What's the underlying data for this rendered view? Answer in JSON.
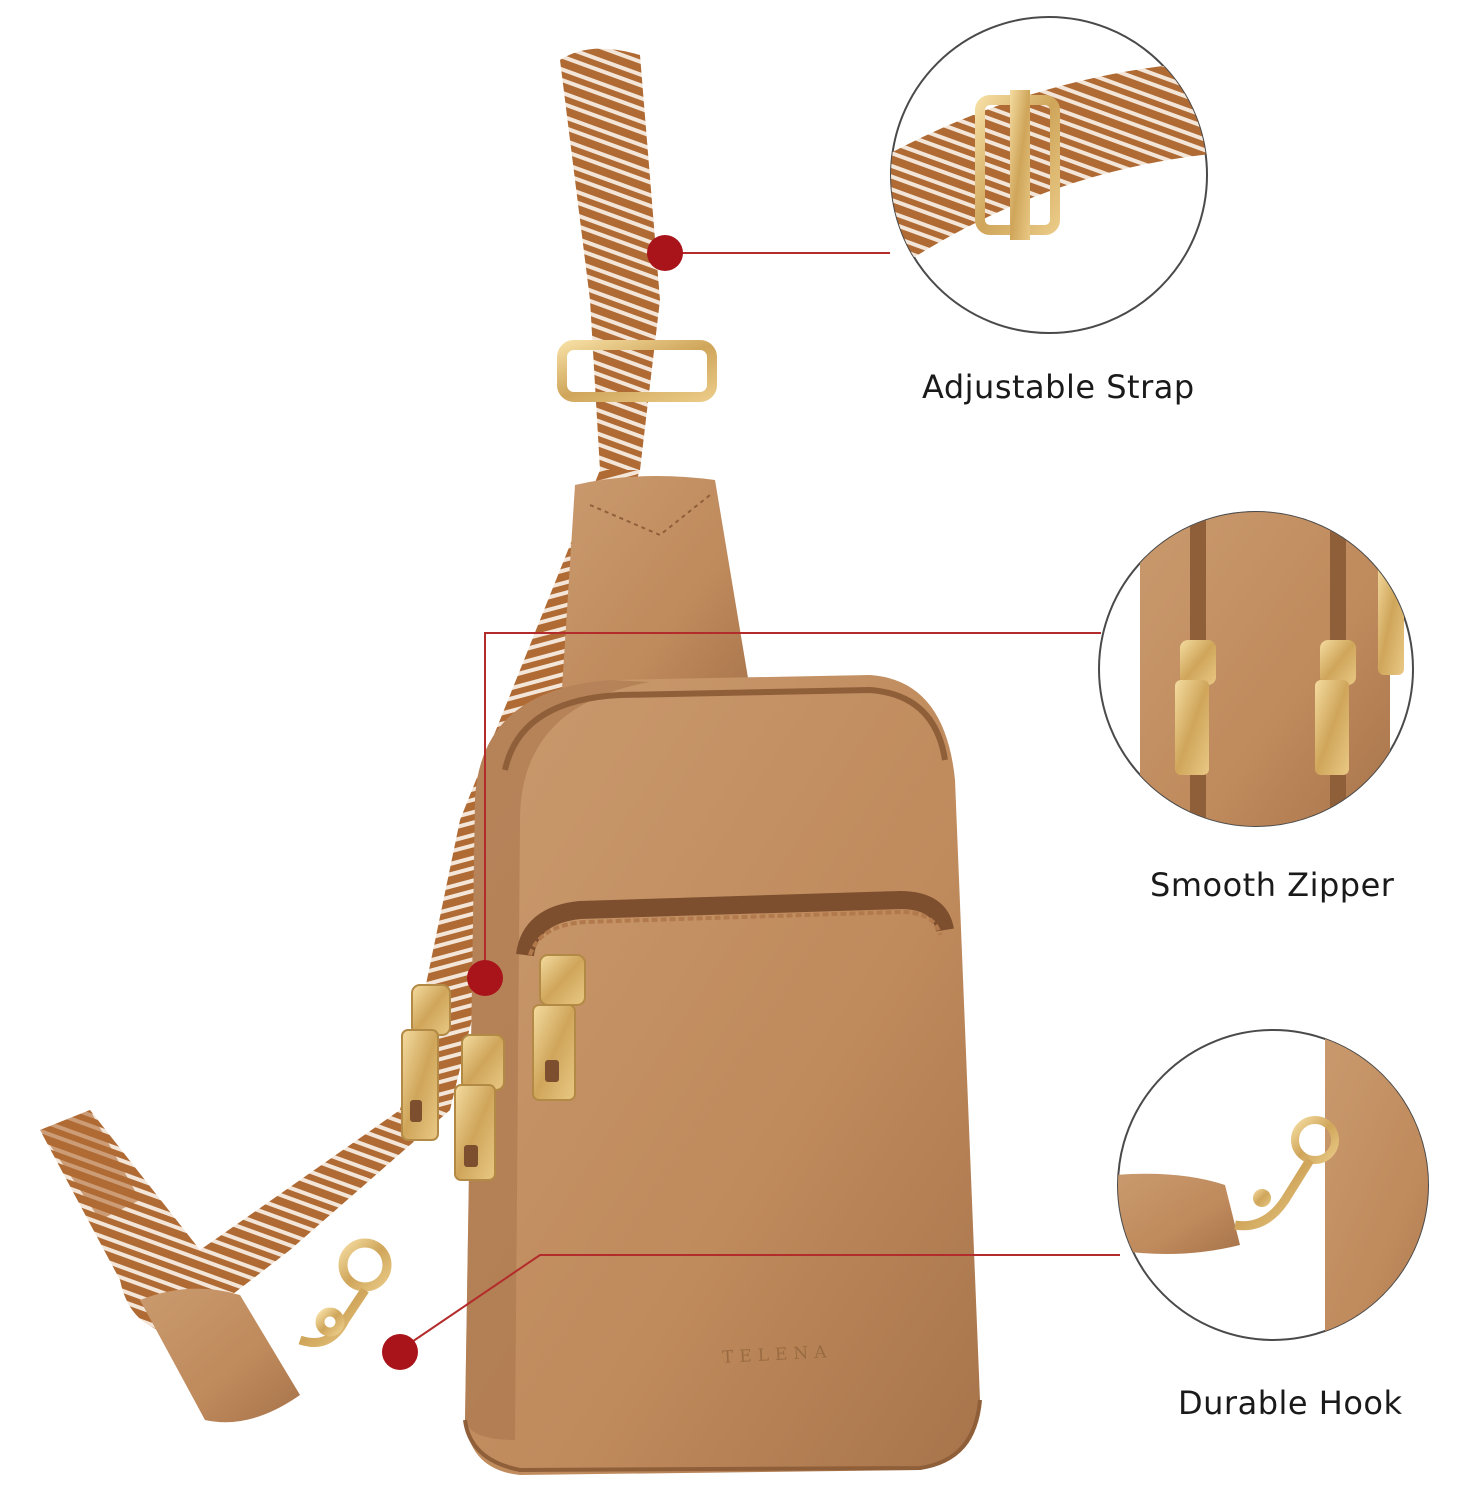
{
  "product": {
    "brand_mark": "TELENA"
  },
  "callouts": [
    {
      "label": "Adjustable Strap"
    },
    {
      "label": "Smooth Zipper"
    },
    {
      "label": "Durable Hook"
    }
  ],
  "colors": {
    "leather": "#c08a5d",
    "leather_dark": "#a36f45",
    "strap_brown": "#b06a33",
    "strap_cream": "#f3e6d8",
    "hardware_gold": "#d8b36a",
    "callout_red": "#a8141a",
    "callout_line": "#b32b2b"
  }
}
